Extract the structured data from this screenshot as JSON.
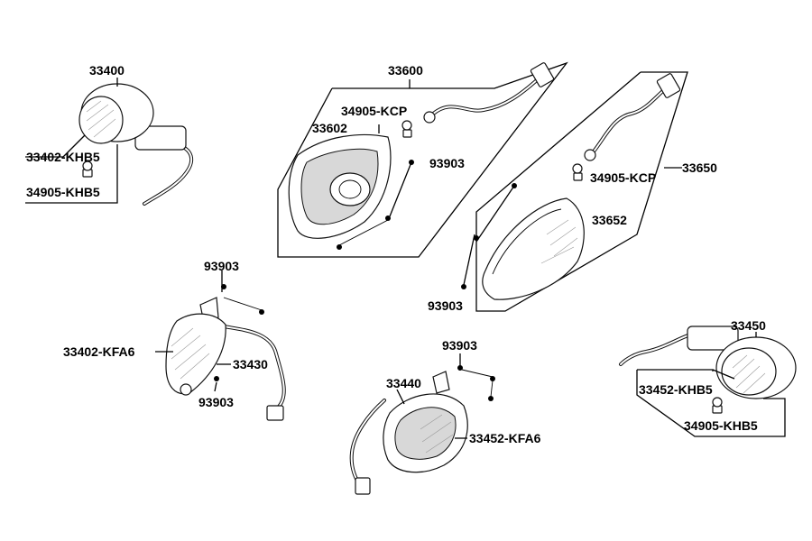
{
  "parts": {
    "p33400": "33400",
    "p33402_khb5": "33402-KHB5",
    "p34905_khb5_a": "34905-KHB5",
    "p33600": "33600",
    "p34905_kcp_a": "34905-KCP",
    "p33602": "33602",
    "p93903_a": "93903",
    "p33650": "33650",
    "p34905_kcp_b": "34905-KCP",
    "p33652": "33652",
    "p93903_b": "93903",
    "p93903_c": "93903",
    "p33402_kfa6": "33402-KFA6",
    "p33430": "33430",
    "p93903_d": "93903",
    "p93903_e": "93903",
    "p33440": "33440",
    "p33452_kfa6": "33452-KFA6",
    "p33450": "33450",
    "p33452_khb5": "33452-KHB5",
    "p34905_khb5_b": "34905-KHB5"
  },
  "colors": {
    "line": "#000000",
    "fill": "#ffffff",
    "shade": "#d8d8d8"
  }
}
